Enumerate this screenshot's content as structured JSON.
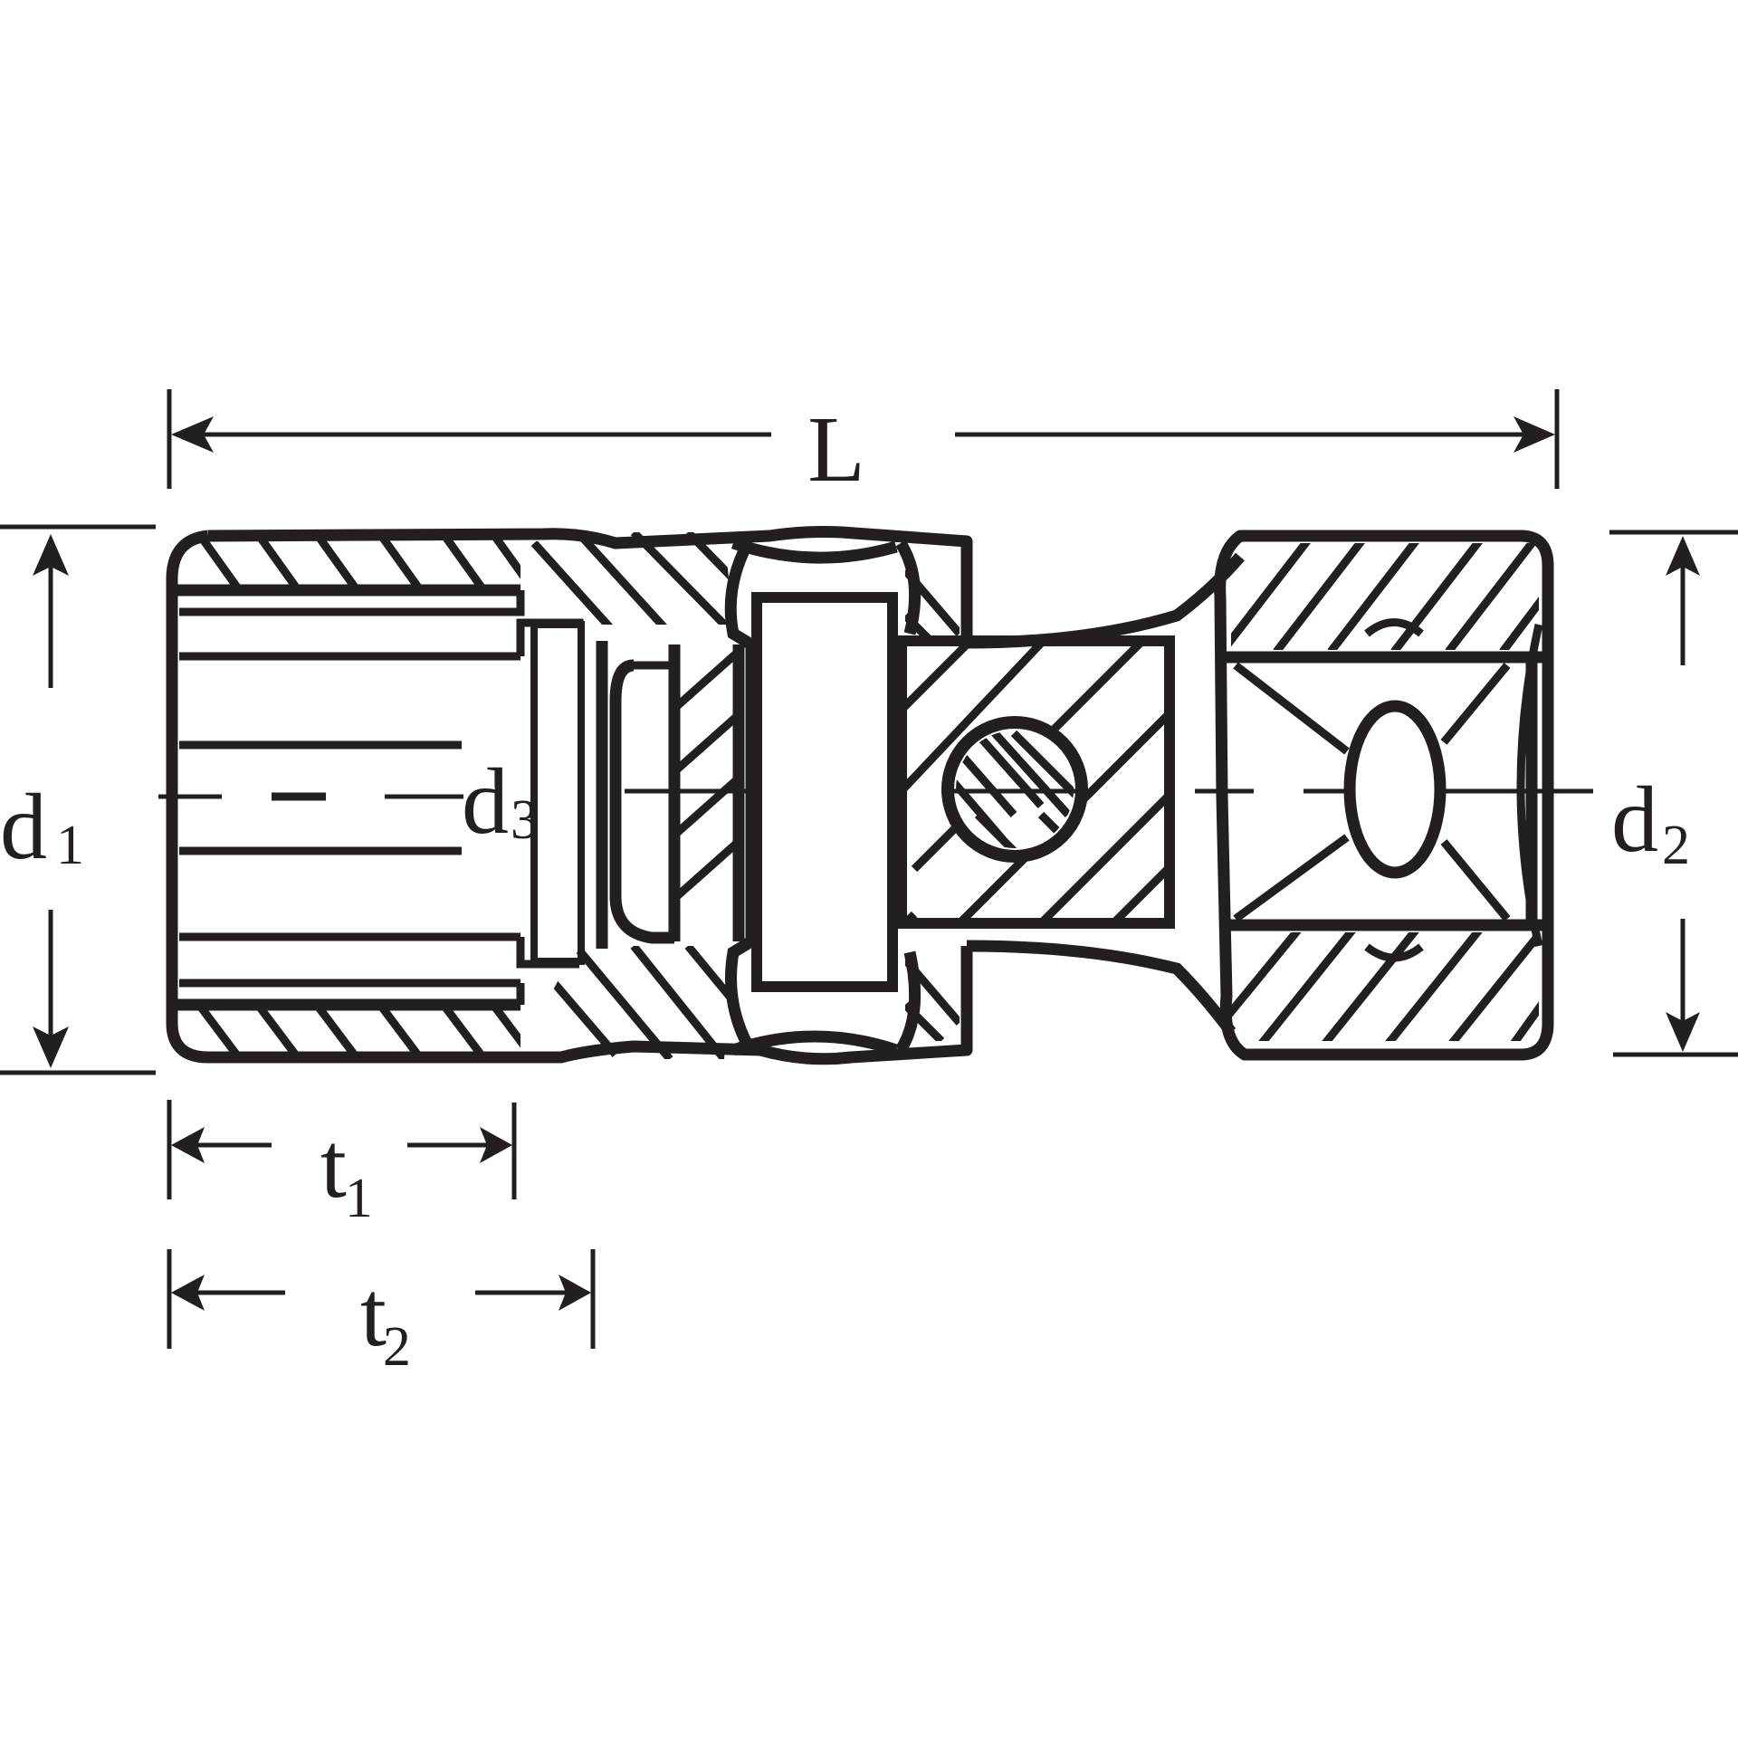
{
  "title": "Universal joint socket cross-section dimension drawing",
  "colors": {
    "ink": "#231f20",
    "background": "#ffffff"
  },
  "dimensions": {
    "L": {
      "letter": "L",
      "sub": ""
    },
    "d1": {
      "letter": "d",
      "sub": "1"
    },
    "d2": {
      "letter": "d",
      "sub": "2"
    },
    "d3": {
      "letter": "d",
      "sub": "3"
    },
    "t1": {
      "letter": "t",
      "sub": "1"
    },
    "t2": {
      "letter": "t",
      "sub": "2"
    }
  }
}
